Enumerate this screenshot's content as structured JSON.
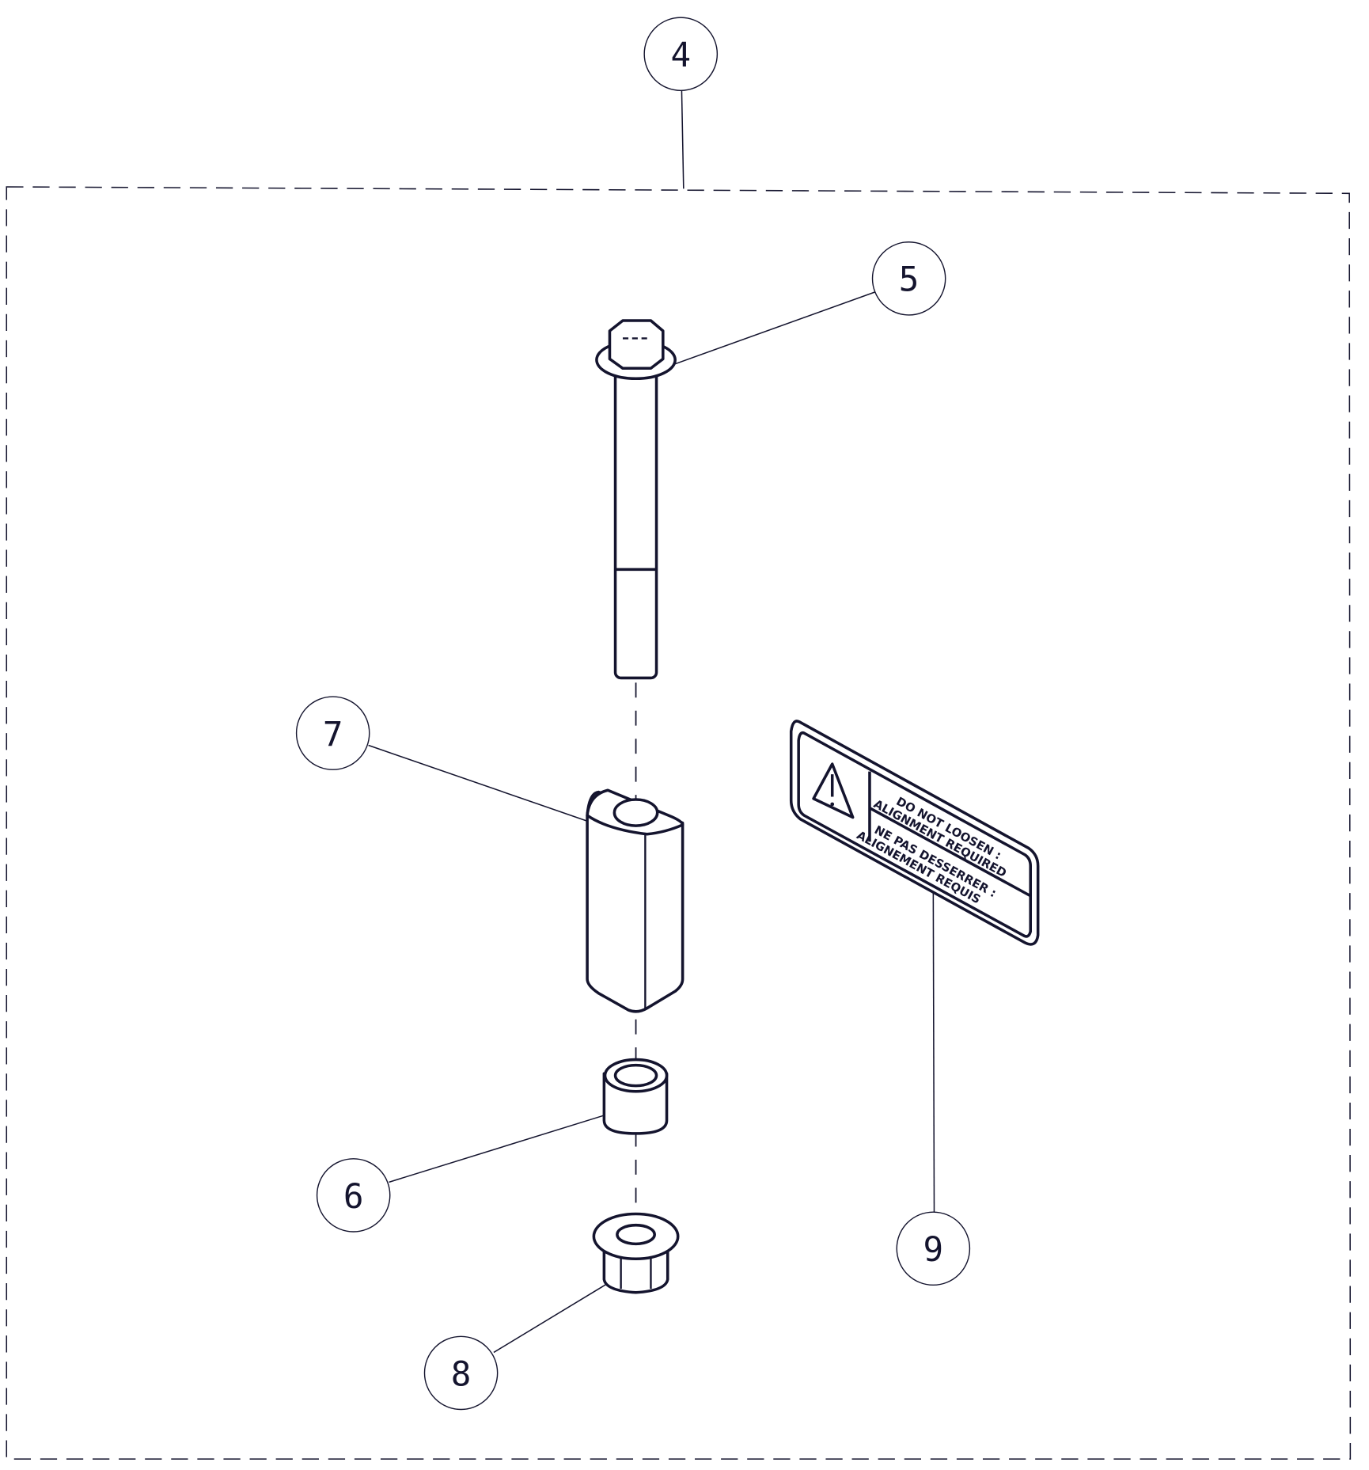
{
  "callouts": [
    {
      "id": "4",
      "label": "4"
    },
    {
      "id": "5",
      "label": "5"
    },
    {
      "id": "6",
      "label": "6"
    },
    {
      "id": "7",
      "label": "7"
    },
    {
      "id": "8",
      "label": "8"
    },
    {
      "id": "9",
      "label": "9"
    }
  ],
  "warning_label": {
    "icon": "warning-triangle-icon",
    "line1": "DO NOT LOOSEN :",
    "line2": "ALIGNMENT REQUIRED",
    "line3": "NE PAS DESSERRER :",
    "line4": "ALIGNEMENT REQUIS"
  },
  "colors": {
    "line": "#14142e",
    "background": "#ffffff"
  }
}
